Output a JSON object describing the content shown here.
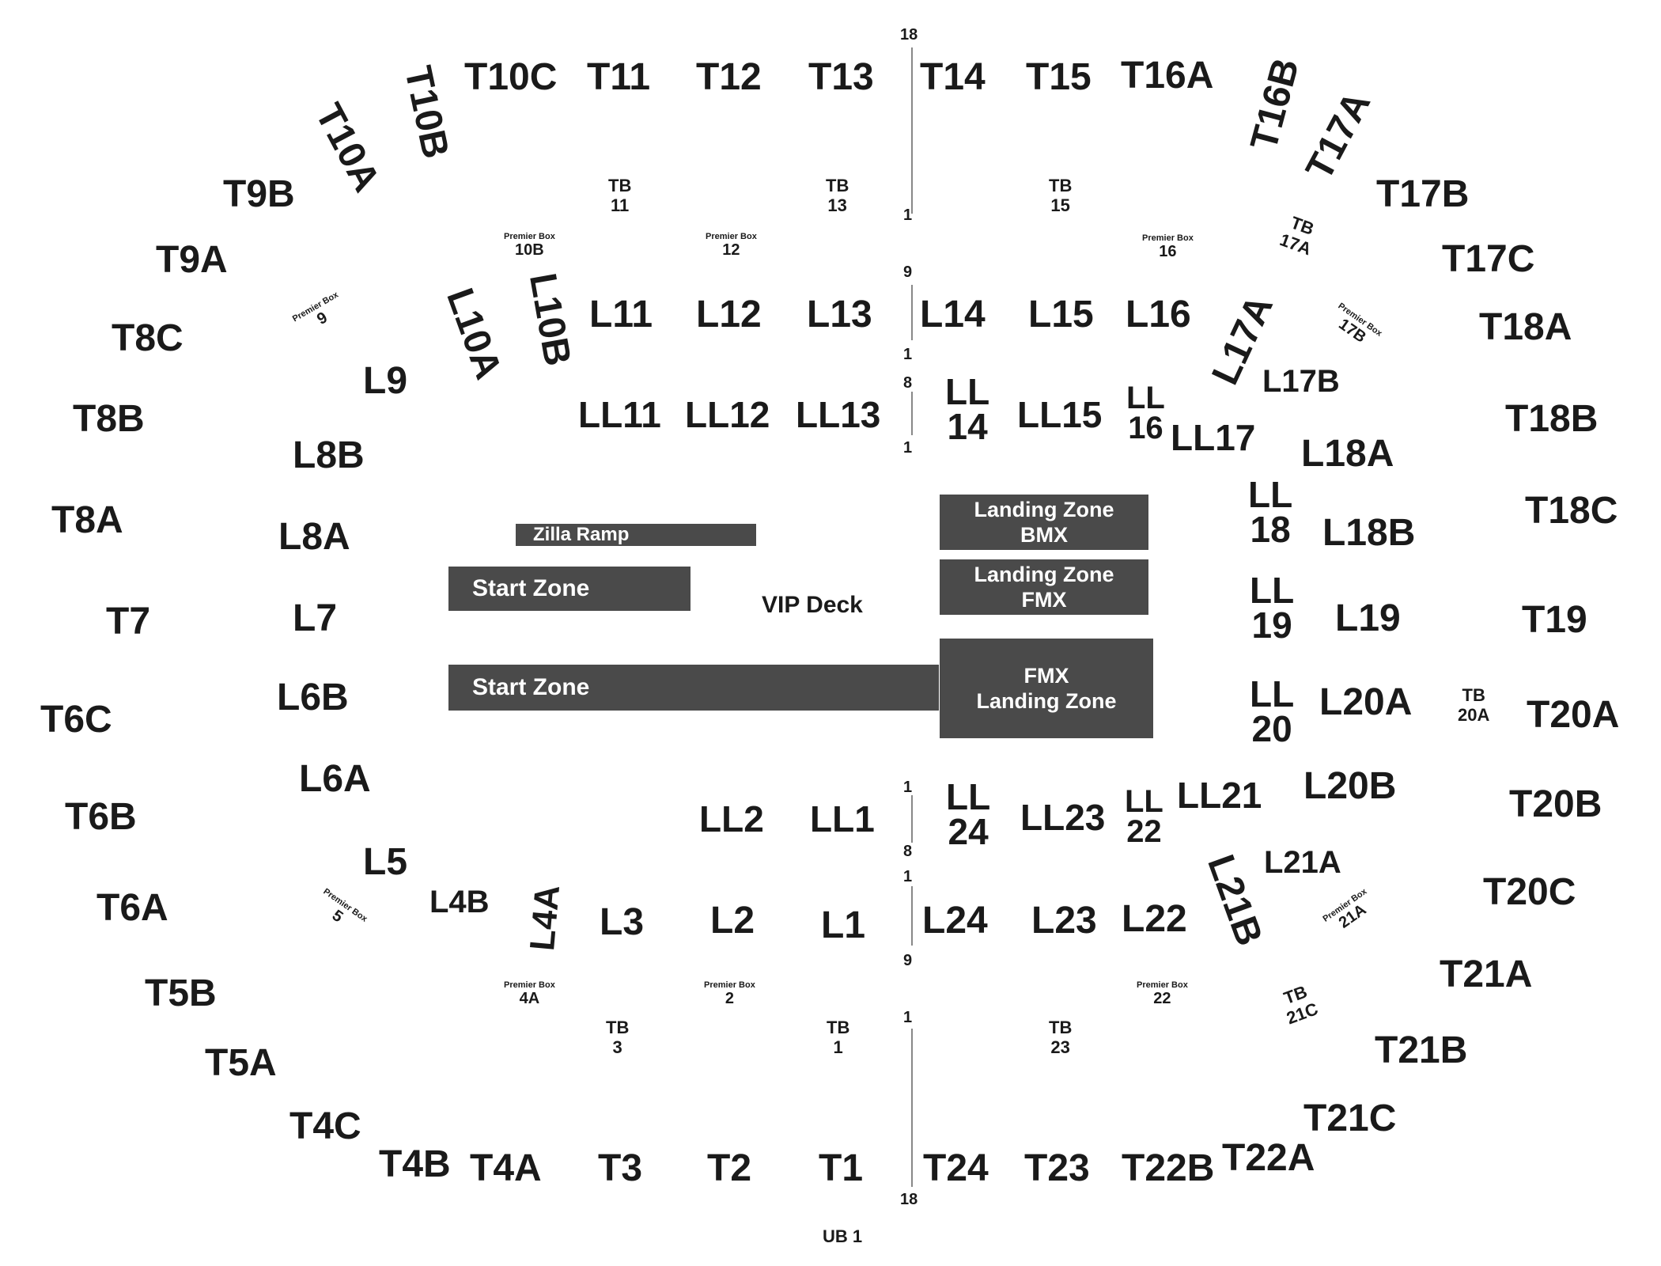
{
  "colors": {
    "text": "#1a1a1a",
    "zone_fill": "#4a4a4a",
    "zone_text": "#ffffff",
    "divider": "#888888"
  },
  "vip_deck": "VIP Deck",
  "zones": {
    "zilla_ramp": "Zilla Ramp",
    "start_zone_upper": "Start Zone",
    "start_zone_lower": "Start Zone",
    "landing_bmx": "Landing Zone\nBMX",
    "landing_fmx": "Landing Zone\nFMX",
    "fmx_landing": "FMX\nLanding Zone"
  },
  "upper_sections": [
    "T10C",
    "T11",
    "T12",
    "T13",
    "T14",
    "T15",
    "T16A",
    "T16B",
    "T17A",
    "T10B",
    "T10A",
    "T9B",
    "T9A",
    "T8C",
    "T8B",
    "T8A",
    "T7",
    "T6C",
    "T6B",
    "T6A",
    "T5B",
    "T5A",
    "T4C",
    "T4B",
    "T4A",
    "T3",
    "T2",
    "T1",
    "T24",
    "T23",
    "T22B",
    "T22A",
    "T21C",
    "T21B",
    "T21A",
    "T20C",
    "T20B",
    "T20A",
    "T19",
    "T18C",
    "T18B",
    "T18A",
    "T17C",
    "T17B"
  ],
  "lower_sections": [
    "L11",
    "L12",
    "L13",
    "L14",
    "L15",
    "L16",
    "L17A",
    "L17B",
    "L10B",
    "L10A",
    "L9",
    "L8B",
    "L8A",
    "L7",
    "L6B",
    "L6A",
    "L5",
    "L4B",
    "L4A",
    "L3",
    "L2",
    "L1",
    "L24",
    "L23",
    "L22",
    "L21B",
    "L21A",
    "L20B",
    "L20A",
    "L19",
    "L18B",
    "L18A"
  ],
  "floor_sections": [
    "LL11",
    "LL12",
    "LL13",
    "LL\n14",
    "LL15",
    "LL\n16",
    "LL17",
    "LL\n18",
    "LL\n19",
    "LL\n20",
    "LL2",
    "LL1",
    "LL\n24",
    "LL23",
    "LL\n22",
    "LL21"
  ],
  "terrace_boxes": [
    "TB\n11",
    "TB\n13",
    "TB\n15",
    "TB\n17A",
    "TB\n20A",
    "TB\n3",
    "TB\n1",
    "TB\n23",
    "TB\n21C"
  ],
  "premier_boxes": [
    {
      "label": "Premier Box",
      "num": "10B"
    },
    {
      "label": "Premier Box",
      "num": "12"
    },
    {
      "label": "Premier Box",
      "num": "16"
    },
    {
      "label": "Premier Box",
      "num": "9"
    },
    {
      "label": "Premier Box",
      "num": "17B"
    },
    {
      "label": "Premier Box",
      "num": "5"
    },
    {
      "label": "Premier Box",
      "num": "21A"
    },
    {
      "label": "Premier Box",
      "num": "4A"
    },
    {
      "label": "Premier Box",
      "num": "2"
    },
    {
      "label": "Premier Box",
      "num": "22"
    }
  ],
  "row_numbers": [
    "18",
    "1",
    "9",
    "1",
    "8",
    "1",
    "1",
    "8",
    "1",
    "9",
    "1",
    "18"
  ],
  "footer": "UB 1"
}
